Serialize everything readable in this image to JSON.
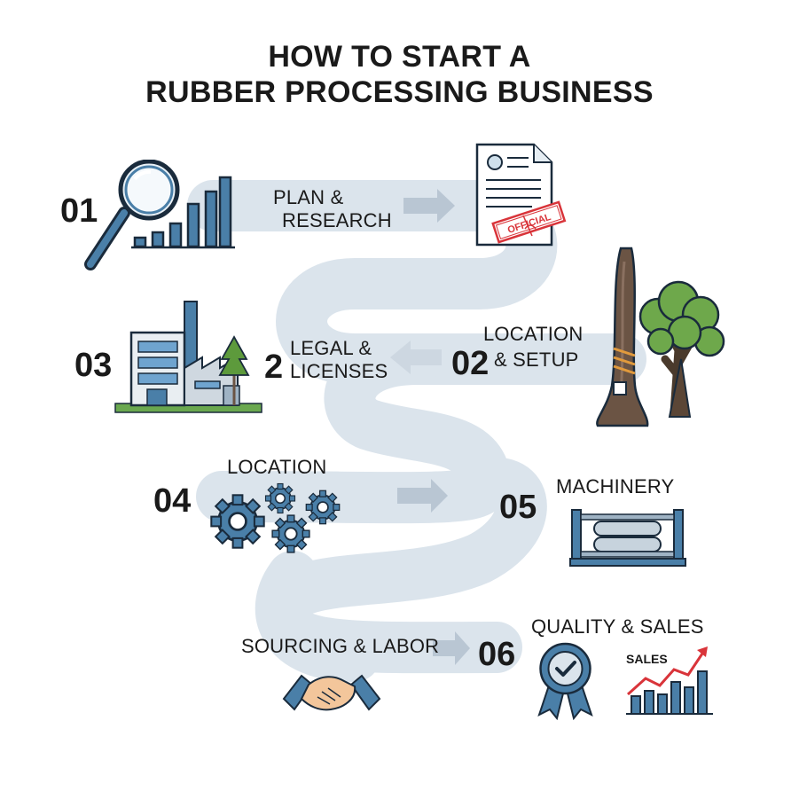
{
  "title": {
    "line1": "HOW TO START A",
    "line2": "RUBBER PROCESSING BUSINESS"
  },
  "steps": [
    {
      "number": "01",
      "label_line1": "PLAN &",
      "label_line2": "RESEARCH"
    },
    {
      "number": "02",
      "label_line1": "LOCATION",
      "label_line2": "& SETUP"
    },
    {
      "number": "2",
      "label_line1": "LEGAL &",
      "label_line2": "LICENSES"
    },
    {
      "number": "03"
    },
    {
      "number": "04",
      "label": "LOCATION"
    },
    {
      "number": "05",
      "label": "MACHINERY"
    },
    {
      "label": "SOURCING & LABOR"
    },
    {
      "number": "06",
      "label": "QUALITY & SALES"
    }
  ],
  "stamp_text": "OFFICIAL",
  "sales_chart_label": "SALES",
  "colors": {
    "path": "#dbe4ec",
    "arrow": "#b9c6d3",
    "accent_blue": "#4a7fa8",
    "stamp_red": "#d9343a"
  }
}
